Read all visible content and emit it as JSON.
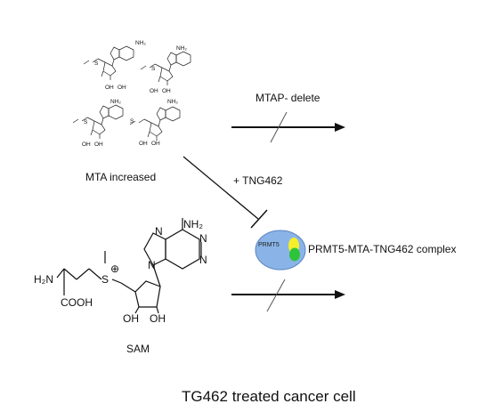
{
  "labels": {
    "mta_increased": "MTA increased",
    "mtap_delete": "MTAP- delete",
    "tng462": "+ TNG462",
    "complex": "PRMT5-MTA-TNG462 complex",
    "prmt5": "PRMT5",
    "sam": "SAM",
    "title": "TG462 treated cancer cell"
  },
  "chem": {
    "nh2": "NH₂",
    "n": "N",
    "s": "S",
    "oh": "OH",
    "h2n": "H₂N",
    "cooh": "COOH",
    "plus": "⊕"
  },
  "colors": {
    "prmt5_fill": "#8ab4e8",
    "prmt5_stroke": "#5a86c2",
    "mta_blob": "#f5ef2a",
    "tng462_blob": "#2ec43a",
    "line": "#111111"
  }
}
